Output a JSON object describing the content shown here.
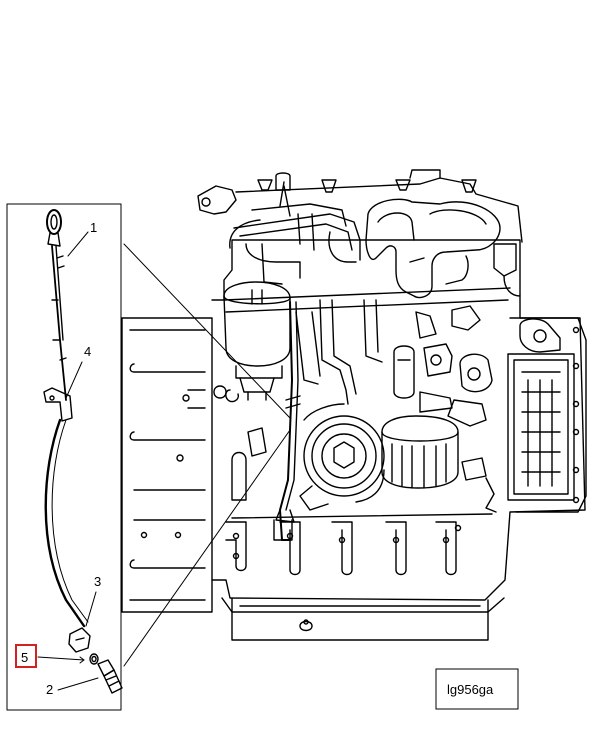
{
  "diagram": {
    "callouts": [
      {
        "id": "1",
        "label": "1",
        "highlighted": false
      },
      {
        "id": "4",
        "label": "4",
        "highlighted": false
      },
      {
        "id": "3",
        "label": "3",
        "highlighted": false
      },
      {
        "id": "5",
        "label": "5",
        "highlighted": true
      },
      {
        "id": "2",
        "label": "2",
        "highlighted": false
      }
    ],
    "reference_label": "lg956ga",
    "highlight_color": "#d62020",
    "line_color": "#000000",
    "background_color": "#ffffff"
  }
}
